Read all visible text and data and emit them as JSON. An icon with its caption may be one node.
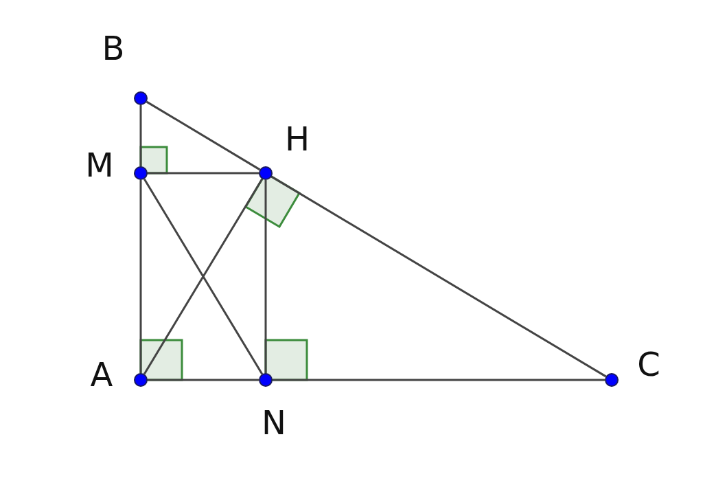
{
  "diagram": {
    "nodes": [
      {
        "text": [],
        "shape": "circle",
        "beside": [
          "B"
        ]
      },
      {
        "text": [],
        "shape": "circle",
        "beside": [
          "M"
        ]
      },
      {
        "text": [],
        "shape": "circle",
        "beside": [
          "H"
        ]
      },
      {
        "text": [],
        "shape": "circle",
        "beside": [
          "A"
        ]
      },
      {
        "text": [],
        "shape": "circle",
        "beside": [
          "N"
        ]
      },
      {
        "text": [],
        "shape": "circle",
        "beside": [
          "C"
        ]
      }
    ],
    "edges": [
      {
        "from": 0,
        "to": 1,
        "arrow": "none"
      },
      {
        "from": 1,
        "to": 3,
        "arrow": "none"
      },
      {
        "from": 0,
        "to": 2,
        "arrow": "none"
      },
      {
        "from": 2,
        "to": 5,
        "arrow": "none"
      },
      {
        "from": 1,
        "to": 2,
        "arrow": "none"
      },
      {
        "from": 3,
        "to": 2,
        "arrow": "none"
      },
      {
        "from": 1,
        "to": 4,
        "arrow": "none"
      },
      {
        "from": 2,
        "to": 4,
        "arrow": "none"
      },
      {
        "from": 3,
        "to": 4,
        "arrow": "none"
      },
      {
        "from": 4,
        "to": 5,
        "arrow": "none"
      }
    ]
  }
}
